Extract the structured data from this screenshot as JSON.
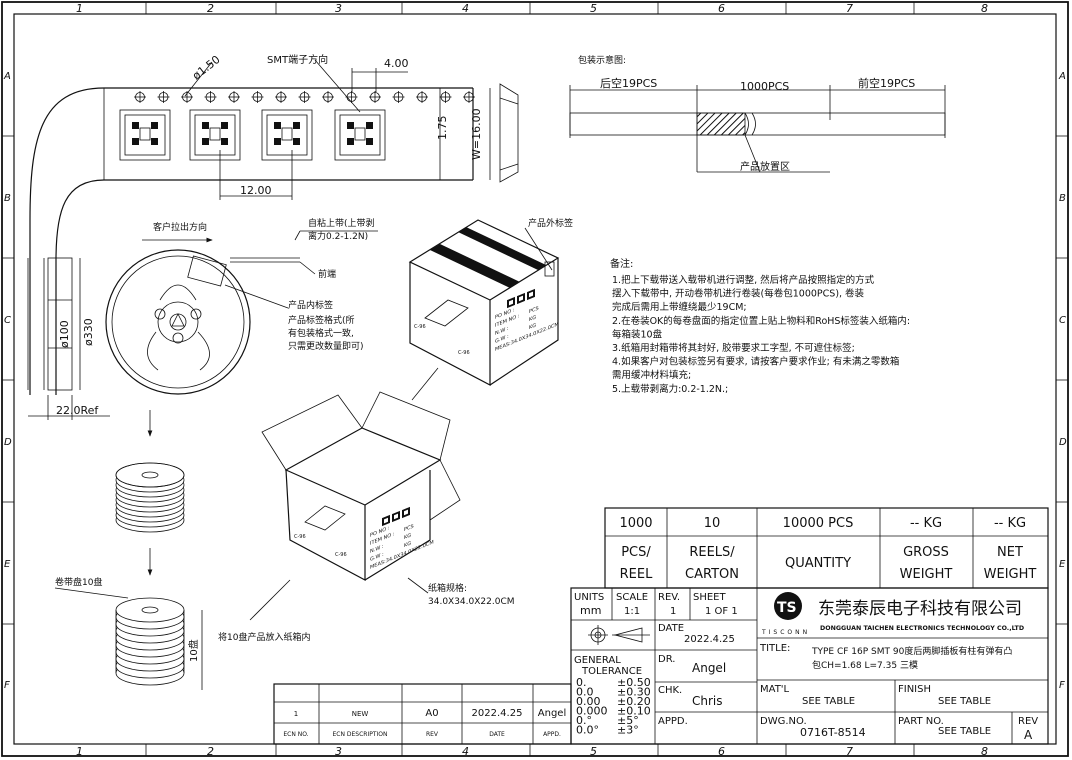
{
  "columns": [
    "1",
    "2",
    "3",
    "4",
    "5",
    "6",
    "7",
    "8"
  ],
  "rows": [
    "A",
    "B",
    "C",
    "D",
    "E",
    "F"
  ],
  "tape": {
    "hole_dia": "ø1.50",
    "smt_dir": "SMT端子方向",
    "pitch_4": "4.00",
    "dim_175": "1.75",
    "width": "W=16.00",
    "pocket_pitch": "12.00"
  },
  "pack_diagram": {
    "title": "包装示意图:",
    "rear_empty": "后空19PCS",
    "qty": "1000PCS",
    "front_empty": "前空19PCS",
    "zone": "产品放置区"
  },
  "reel": {
    "pull_dir": "客户拉出方向",
    "adhesive_1": "自粘上带(上带剥",
    "adhesive_2": "离力0.2-1.2N)",
    "front_end": "前端",
    "inner_label_1": "产品内标签",
    "inner_label_2": "产品标签格式(所",
    "inner_label_3": "有包装格式一致,",
    "inner_label_4": "只需更改数量即可)",
    "d100": "ø100",
    "d330": "ø330",
    "width_ref": "22.0Ref"
  },
  "box": {
    "outer_label": "产品外标签",
    "lines": [
      "PO NO :",
      "ITEM NO :",
      "N.W :",
      "G.W :",
      "MEAS:34.0X34.0X22.0CM"
    ],
    "pcs": "PCS",
    "kg": "KG",
    "side_mark": "C-96",
    "carton_spec_1": "纸箱规格:",
    "carton_spec_2": "34.0X34.0X22.0CM",
    "put_in": "将10盘产品放入纸箱内",
    "stack_label": "卷带盘10盘",
    "stack_dim": "10盘"
  },
  "notes": {
    "title": "备注:",
    "lines": [
      "1.把上下载带送入载带机进行调整, 然后将产品按照指定的方式",
      "  摆入下载带中, 开动卷带机进行卷装(每卷包1000PCS), 卷装",
      "  完成后需用上带缠绕最少19CM;",
      "2.在卷装OK的每卷盘面的指定位置上贴上物料和RoHS标签装入纸箱内:",
      "  每箱装10盘",
      "3.纸箱用封箱带将其封好, 胶带要求工字型, 不可遮住标签;",
      "4.如果客户对包装标签另有要求, 请按客户要求作业; 有未满之零数箱",
      "  需用缓冲材料填充;",
      "5.上载带剥离力:0.2-1.2N.;"
    ]
  },
  "qty_table": {
    "values": [
      "1000",
      "10",
      "10000 PCS",
      "-- KG",
      "-- KG"
    ],
    "labels": [
      [
        "PCS/",
        "REEL"
      ],
      [
        "REELS/",
        "CARTON"
      ],
      [
        "QUANTITY"
      ],
      [
        "GROSS",
        "WEIGHT"
      ],
      [
        "NET",
        "WEIGHT"
      ]
    ]
  },
  "title_block": {
    "units_lbl": "UNITS",
    "units": "mm",
    "scale_lbl": "SCALE",
    "scale": "1:1",
    "rev_lbl": "REV.",
    "rev": "1",
    "sheet_lbl": "SHEET",
    "sheet": "1 OF 1",
    "date_lbl": "DATE",
    "date": "2022.4.25",
    "company_cn": "东莞泰辰电子科技有限公司",
    "company_en": "DONGGUAN TAICHEN ELECTRONICS TECHNOLOGY CO.,LTD",
    "brand": "TISCONN",
    "logo_letters": "TS",
    "general": "GENERAL",
    "tolerance": "TOLERANCE",
    "tol_left": [
      "0.",
      "0.0",
      "0.00",
      "0.000",
      "0.°",
      "0.0°"
    ],
    "tol_right": [
      "±0.50",
      "±0.30",
      "±0.20",
      "±0.10",
      "±5°",
      "±3°"
    ],
    "dr_lbl": "DR.",
    "dr": "Angel",
    "chk_lbl": "CHK.",
    "chk": "Chris",
    "appd_lbl": "APPD.",
    "title_lbl": "TITLE:",
    "title_1": "TYPE CF 16P SMT 90度后两脚插板有柱有弹有凸",
    "title_2": "包CH=1.68 L=7.35 三模",
    "matl_lbl": "MAT'L",
    "matl": "SEE TABLE",
    "finish_lbl": "FINISH",
    "finish": "SEE TABLE",
    "dwg_lbl": "DWG.NO.",
    "dwg": "0716T-8514",
    "part_lbl": "PART NO.",
    "part": "SEE TABLE",
    "rev2_lbl": "REV",
    "rev2": "A"
  },
  "ecn": {
    "row": [
      "1",
      "NEW",
      "A0",
      "2022.4.25",
      "Angel"
    ],
    "headers": [
      "ECN NO.",
      "ECN DESCRIPTION",
      "REV",
      "DATE",
      "APPD."
    ]
  }
}
